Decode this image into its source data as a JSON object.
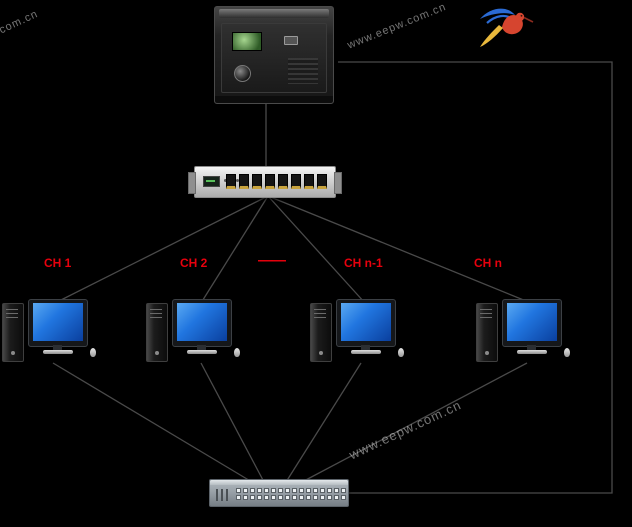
{
  "page": {
    "background": "#000000"
  },
  "watermark": {
    "text": "www.eepw.com.cn"
  },
  "channels": {
    "color": "#e8000d",
    "items": [
      {
        "label": "CH 1"
      },
      {
        "label": "CH 2"
      },
      {
        "label": "——"
      },
      {
        "label": "CH n-1"
      },
      {
        "label": "CH n"
      }
    ]
  },
  "devices": {
    "instrument": {
      "name": "master-bench-instrument"
    },
    "distributor": {
      "name": "multi-channel-distribution-unit",
      "port_count": 8
    },
    "computers": [
      {
        "name": "workstation-1"
      },
      {
        "name": "workstation-2"
      },
      {
        "name": "workstation-3"
      },
      {
        "name": "workstation-4"
      }
    ],
    "switch": {
      "name": "ethernet-switch"
    }
  },
  "logo": {
    "name": "hummingbird-logo",
    "colors": {
      "wing": "#2b6bd4",
      "body": "#d6452f",
      "tail": "#e9b83c"
    }
  },
  "colors": {
    "background": "#000000",
    "line": "#4a4a4a",
    "channel_label": "#e8000d",
    "screen_blue": "#2176e0"
  }
}
